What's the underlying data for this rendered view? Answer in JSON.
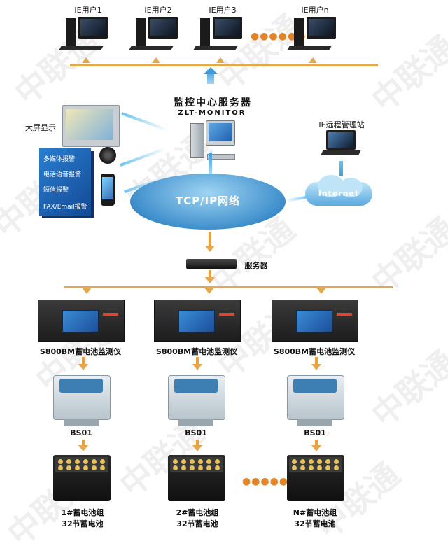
{
  "ie_users": [
    "IE用户1",
    "IE用户2",
    "IE用户3",
    "IE用户n"
  ],
  "ellipsis": "●●●●●●",
  "monitor_server": {
    "title": "监控中心服务器",
    "subtitle": "ZLT-MONITOR"
  },
  "big_screen": "大屏显示",
  "alarm_box": [
    "多媒体报警",
    "电话语音报警",
    "短信报警",
    "FAX/Email报警"
  ],
  "remote_station": "IE远程管理站",
  "internet": "Internet",
  "network": "TCP/IP网络",
  "server": "服务器",
  "monitors": [
    "S800BM蓄电池监测仪",
    "S800BM蓄电池监测仪",
    "S800BM蓄电池监测仪"
  ],
  "modules": [
    "BS01",
    "BS01",
    "BS01"
  ],
  "battery_groups": [
    {
      "name": "1#蓄电池组",
      "cells": "32节蓄电池"
    },
    {
      "name": "2#蓄电池组",
      "cells": "32节蓄电池"
    },
    {
      "name": "N#蓄电池组",
      "cells": "32节蓄电池"
    }
  ],
  "watermark": "中联通",
  "colors": {
    "accent_orange": "#e7a64a",
    "network_blue": "#4fa3d8",
    "panel_blue": "#1f5fae"
  }
}
